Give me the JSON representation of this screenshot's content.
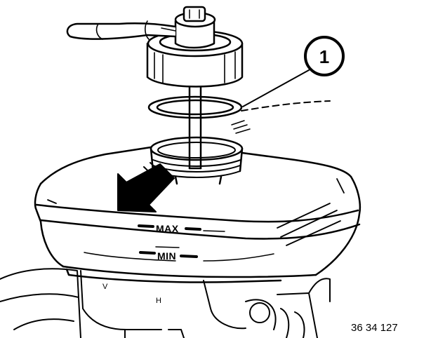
{
  "diagram": {
    "callout": {
      "number": "1"
    },
    "levels": {
      "max_label": "MAX",
      "min_label": "MIN"
    },
    "chamber_labels": {
      "front": "V",
      "rear": "H"
    },
    "figure_code": "36 34 127",
    "colors": {
      "ink": "#000000",
      "paper": "#ffffff"
    }
  }
}
